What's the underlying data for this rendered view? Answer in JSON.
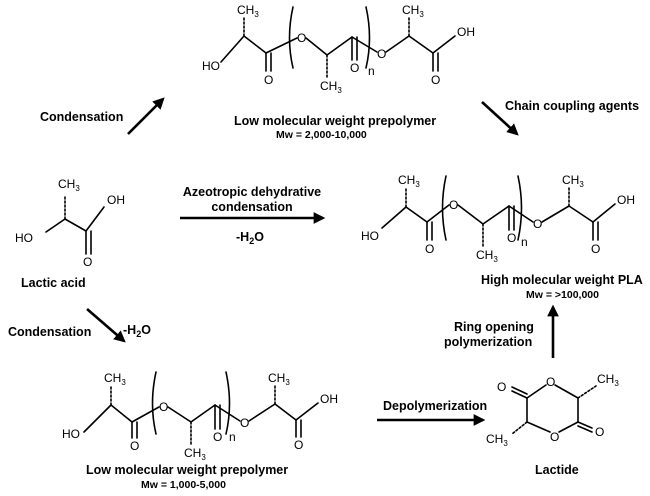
{
  "atoms": {
    "ch3": "CH",
    "ch3_sub": "3",
    "ho": "HO",
    "oh": "OH",
    "o": "O",
    "n": "n"
  },
  "lactic_acid": {
    "label": "Lactic acid"
  },
  "prepolymer_top": {
    "label": "Low molecular weight prepolymer",
    "mw": "Mw = 2,000-10,000"
  },
  "prepolymer_bottom": {
    "label": "Low molecular weight prepolymer",
    "mw": "Mw = 1,000-5,000"
  },
  "pla": {
    "label": "High molecular weight PLA",
    "mw": "Mw = >100,000"
  },
  "lactide": {
    "label": "Lactide"
  },
  "steps": {
    "condensation_top": "Condensation",
    "chain_coupling": "Chain coupling agents",
    "azeotropic_line1": "Azeotropic dehydrative",
    "azeotropic_line2": "condensation",
    "water_mid_prefix": "-H",
    "water_sub": "2",
    "water_suffix": "O",
    "condensation_bottom": "Condensation",
    "water_bottom_prefix": "-H",
    "depolymerization": "Depolymerization",
    "ring_opening_line1": "Ring opening",
    "ring_opening_line2": "polymerization"
  }
}
